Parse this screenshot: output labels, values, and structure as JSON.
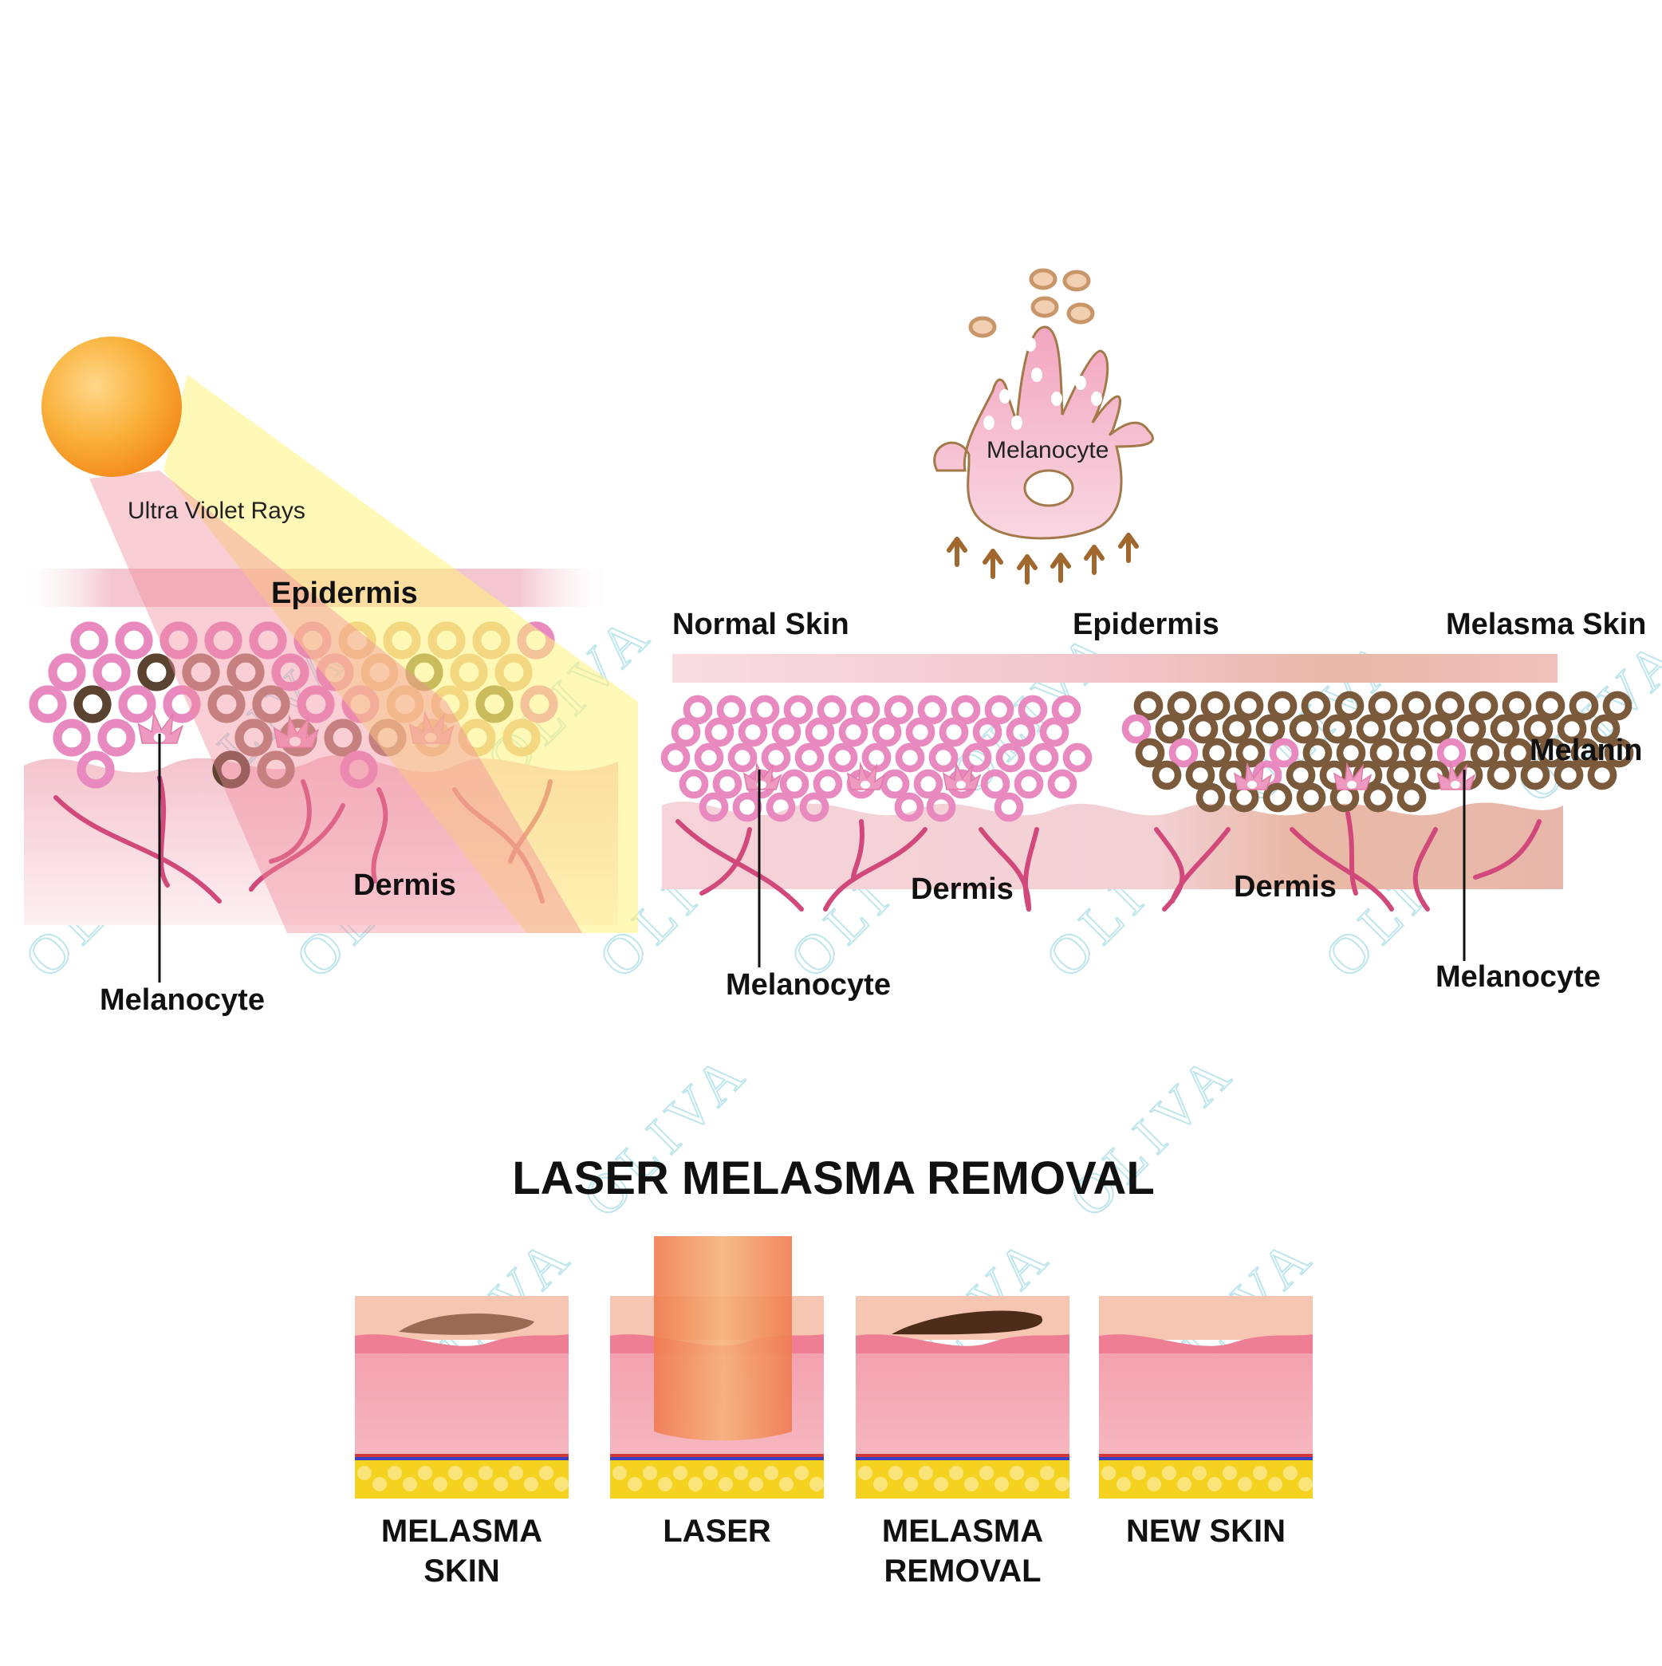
{
  "colors": {
    "cell_pink": "#e889bf",
    "cell_brown": "#7b5a3c",
    "cell_tan": "#d9a87e",
    "epidermis_band": "#f3c9d1",
    "dermis": "#f7d7dc",
    "vessel": "#d1497a",
    "sun": "#f7a21b",
    "uv_pink": "#f08a9c",
    "uv_yellow": "#fff37a",
    "laser": "#f2874f",
    "fat": "#f5d21f",
    "melanin_patch": "#7d4a2b",
    "watermark": "#bfe6ec"
  },
  "watermark": {
    "text": "OLIVA"
  },
  "uv_panel": {
    "rays_label": "Ultra Violet Rays",
    "epidermis_label": "Epidermis",
    "dermis_label": "Dermis",
    "melanocyte_label": "Melanocyte",
    "icons": [
      "sun-icon",
      "uv-beam-icon"
    ]
  },
  "melanocyte_detail": {
    "label": "Melanocyte",
    "icons": [
      "melanocyte-cell-icon",
      "melanin-granule-icon",
      "up-arrow-icon"
    ]
  },
  "comparison_panel": {
    "normal_label": "Normal Skin",
    "epidermis_label": "Epidermis",
    "melasma_label": "Melasma Skin",
    "melanin_label": "Melanin",
    "dermis_left_label": "Dermis",
    "dermis_right_label": "Dermis",
    "melanocyte_left_label": "Melanocyte",
    "melanocyte_right_label": "Melanocyte"
  },
  "removal": {
    "title": "LASER MELASMA REMOVAL",
    "steps": [
      {
        "line1": "MELASMA",
        "line2": "SKIN",
        "icon": "melasma-skin-block-icon"
      },
      {
        "line1": "LASER",
        "line2": "",
        "icon": "laser-beam-block-icon"
      },
      {
        "line1": "MELASMA",
        "line2": "REMOVAL",
        "icon": "melasma-removal-block-icon"
      },
      {
        "line1": "NEW SKIN",
        "line2": "",
        "icon": "new-skin-block-icon"
      }
    ]
  }
}
